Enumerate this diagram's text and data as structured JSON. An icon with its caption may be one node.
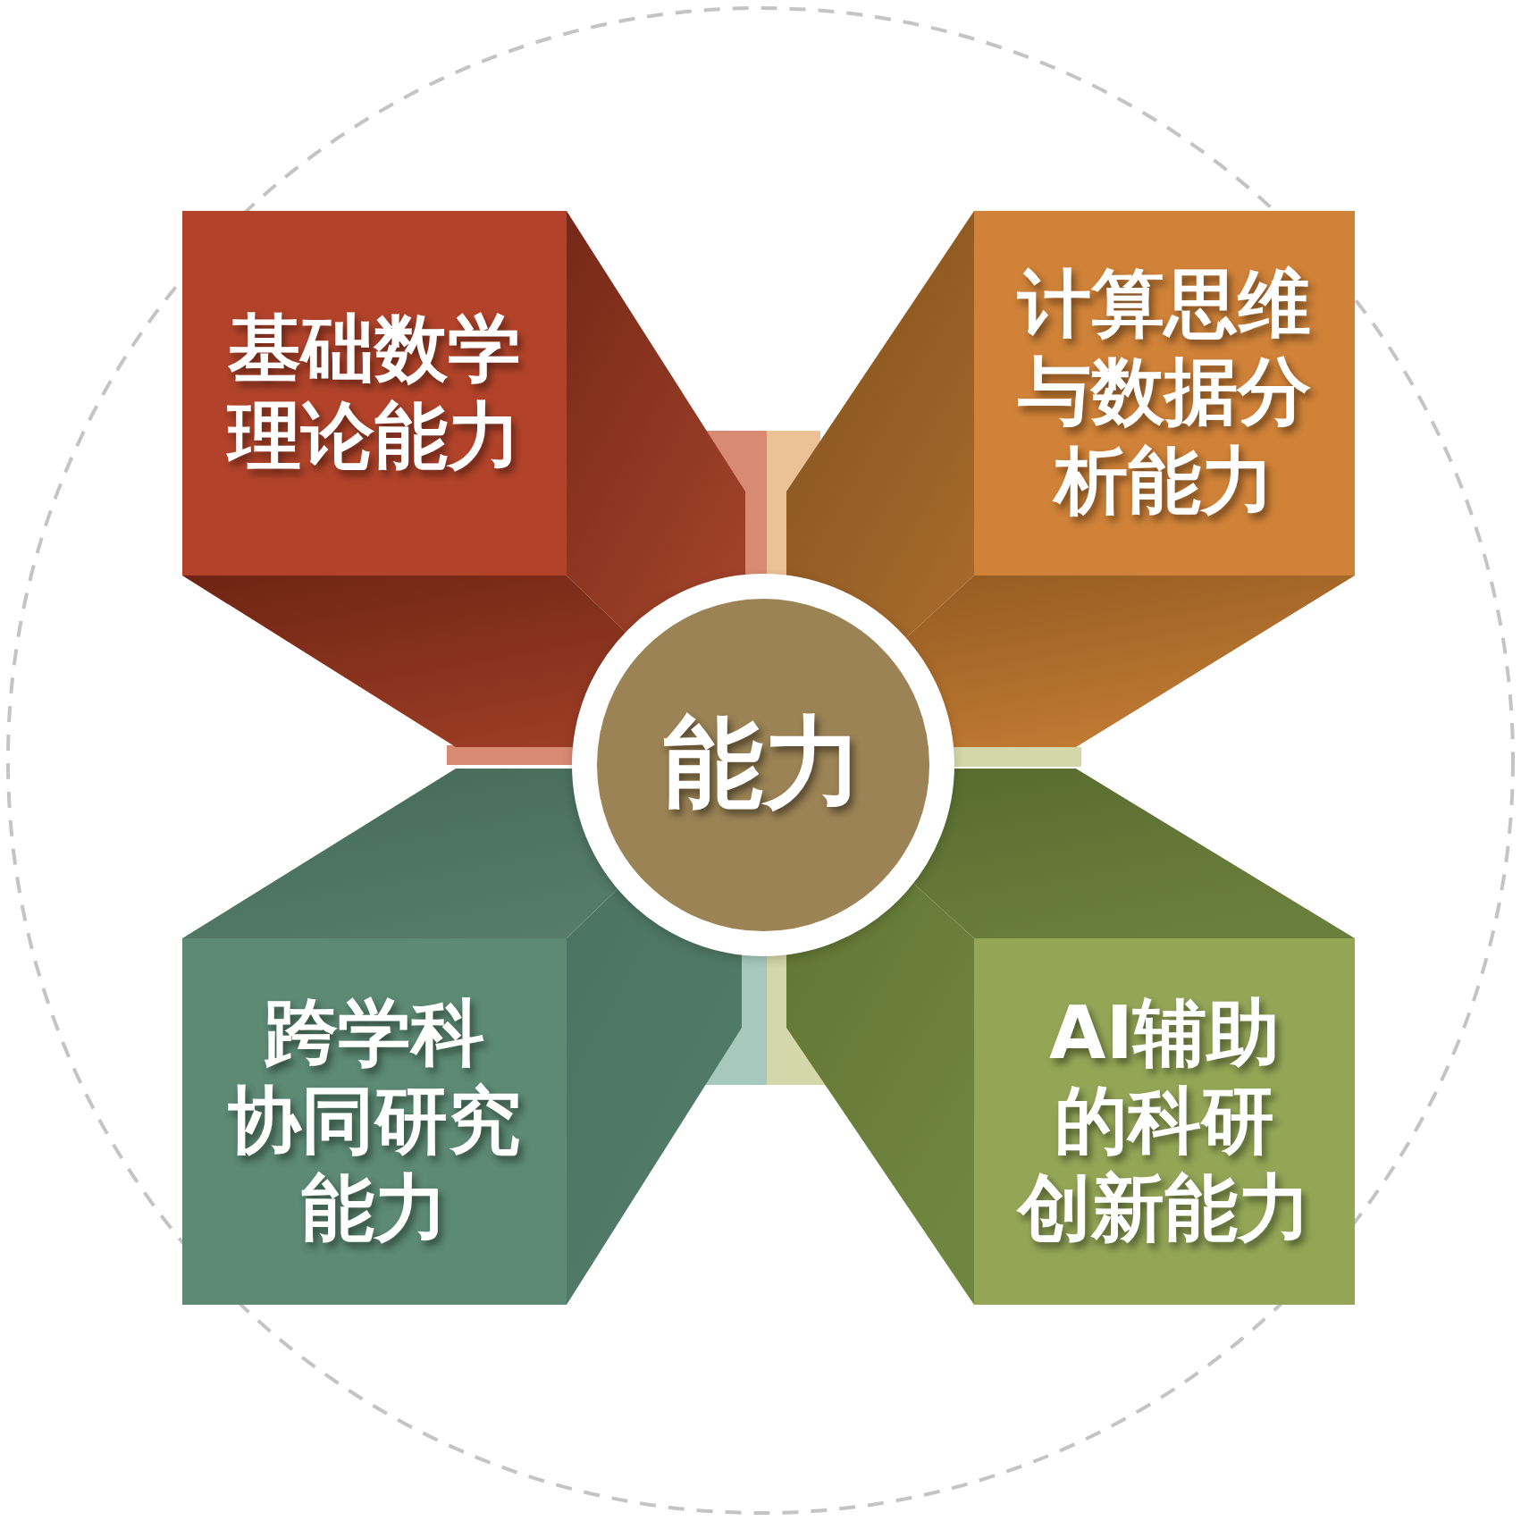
{
  "diagram": {
    "nodes": [
      {
        "text": [
          "基础数学理论能力"
        ]
      },
      {
        "text": [
          "计算思维与数据分析能力"
        ]
      },
      {
        "text": [
          "能力"
        ]
      },
      {
        "text": [
          "跨学科协同研究能力"
        ]
      },
      {
        "text": [
          "AI辅助的科研创新能力"
        ]
      }
    ]
  }
}
